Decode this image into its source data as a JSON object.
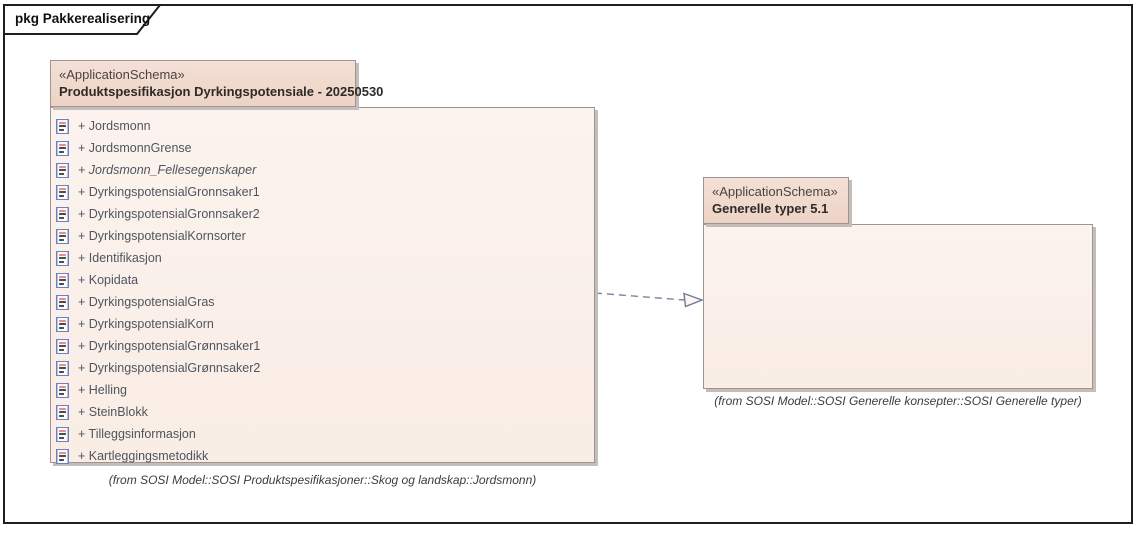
{
  "frame": {
    "label": "pkg Pakkerealisering"
  },
  "packages": [
    {
      "stereotype": "«ApplicationSchema»",
      "name": "Produktspesifikasjon Dyrkingspotensiale - 20250530",
      "caption": "(from SOSI Model::SOSI Produktspesifikasjoner::Skog og landskap::Jordsmonn)",
      "items": [
        {
          "label": "+ Jordsmonn",
          "italic": false
        },
        {
          "label": "+ JordsmonnGrense",
          "italic": false
        },
        {
          "label": "+ Jordsmonn_Fellesegenskaper",
          "italic": true
        },
        {
          "label": "+ DyrkingspotensialGronnsaker1",
          "italic": false
        },
        {
          "label": "+ DyrkingspotensialGronnsaker2",
          "italic": false
        },
        {
          "label": "+ DyrkingspotensialKornsorter",
          "italic": false
        },
        {
          "label": "+ Identifikasjon",
          "italic": false
        },
        {
          "label": "+ Kopidata",
          "italic": false
        },
        {
          "label": "+ DyrkingspotensialGras",
          "italic": false
        },
        {
          "label": "+ DyrkingspotensialKorn",
          "italic": false
        },
        {
          "label": "+ DyrkingspotensialGrønnsaker1",
          "italic": false
        },
        {
          "label": "+ DyrkingspotensialGrønnsaker2",
          "italic": false
        },
        {
          "label": "+ Helling",
          "italic": false
        },
        {
          "label": "+ SteinBlokk",
          "italic": false
        },
        {
          "label": "+ Tilleggsinformasjon",
          "italic": false
        },
        {
          "label": "+ Kartleggingsmetodikk",
          "italic": false
        }
      ]
    },
    {
      "stereotype": "«ApplicationSchema»",
      "name": "Generelle typer 5.1",
      "caption": "(from SOSI Model::SOSI Generelle konsepter::SOSI Generelle typer)",
      "items": []
    }
  ],
  "connector": {
    "from": "Produktspesifikasjon Dyrkingspotensiale - 20250530",
    "to": "Generelle typer 5.1",
    "line_style": "dashed",
    "head_style": "hollow-triangle"
  },
  "colors": {
    "tab_fill_top": "#f4e0d6",
    "tab_fill_bottom": "#ecd3c5",
    "body_fill": "#fbf1eb",
    "package_border": "#9f9490",
    "shadow": "#c4bebb",
    "connector": "#7b86a0",
    "icon_border": "#6d80c0",
    "icon_pink": "#e58f93",
    "item_text": "#4f555e",
    "frame_border": "#1f1f1f"
  }
}
